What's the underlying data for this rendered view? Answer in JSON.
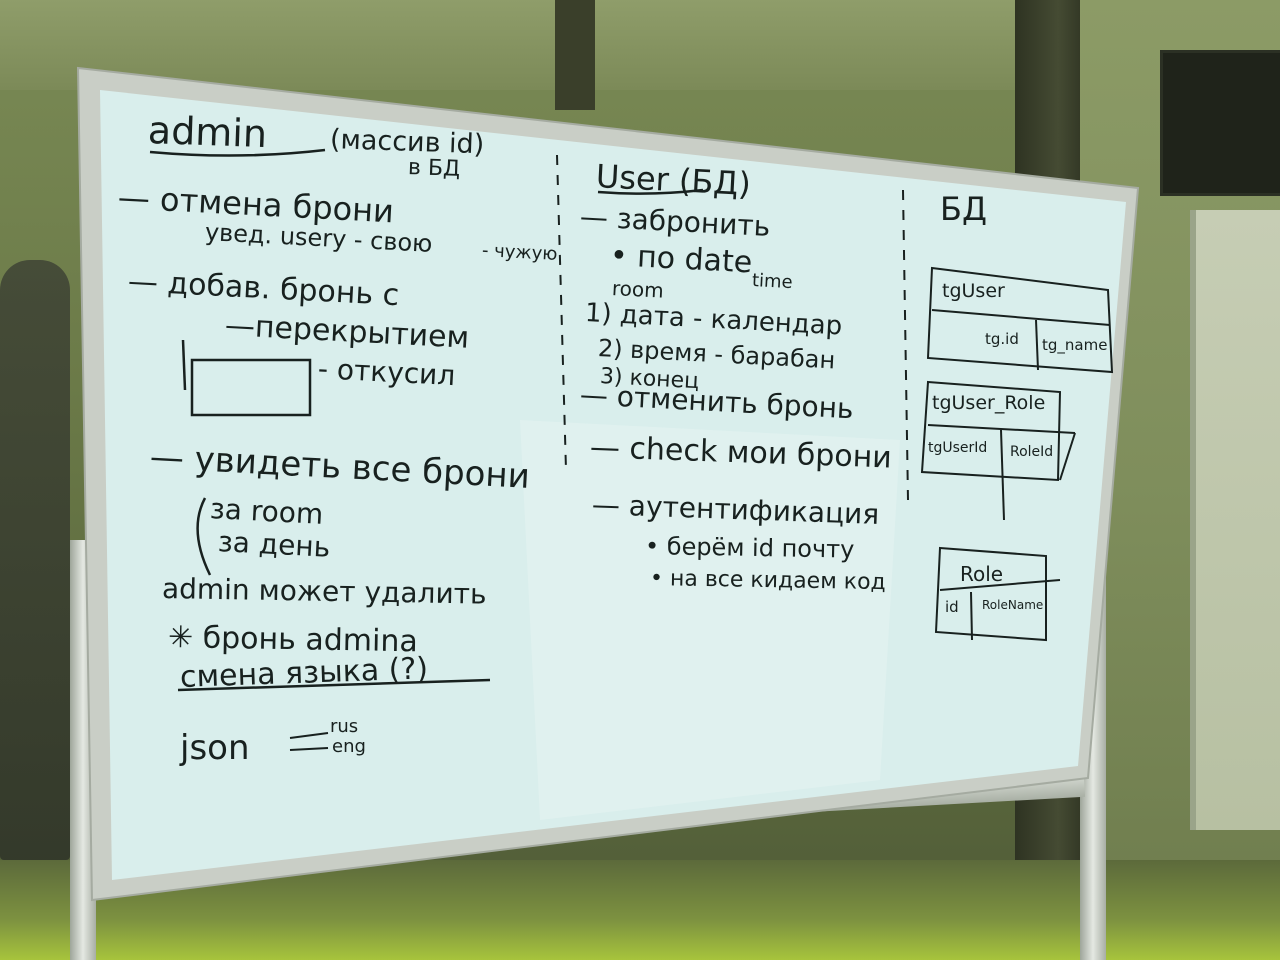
{
  "colors": {
    "board_surface": "#d9eeec",
    "frame": "#c9cec6",
    "marker_ink": "#18211f"
  },
  "admin_column": {
    "title": "admin",
    "title_note": "(массив id)",
    "title_note_2": "в БД",
    "items": [
      "— отмена брони",
      "увед. usery  - свою",
      "- чужую",
      "— добав. бронь с",
      "—перекрытием",
      "- откусил",
      "— увидеть все брони",
      "за room",
      "за день"
    ],
    "notes": [
      "admin может удалить",
      "✳ бронь admina",
      "смена языка (?)",
      "json",
      "rus",
      "eng"
    ]
  },
  "user_column": {
    "title": "User (БД)",
    "items": [
      "— забронить",
      "• по date",
      "room",
      "time",
      "1) дата - календар",
      "2) время - барабан",
      "3) конец",
      "— отменить бронь",
      "— check мои брони",
      "— аутентификация",
      "• берём id почту",
      "• на все кидаем код"
    ]
  },
  "db_column": {
    "title": "БД",
    "tables": [
      {
        "name": "tgUser",
        "columns": [
          "tg.id",
          "tg_name"
        ]
      },
      {
        "name": "tgUser_Role",
        "columns": [
          "tgUserId",
          "RoleId"
        ]
      },
      {
        "name": "Role",
        "columns": [
          "id",
          "RoleName"
        ]
      }
    ]
  }
}
